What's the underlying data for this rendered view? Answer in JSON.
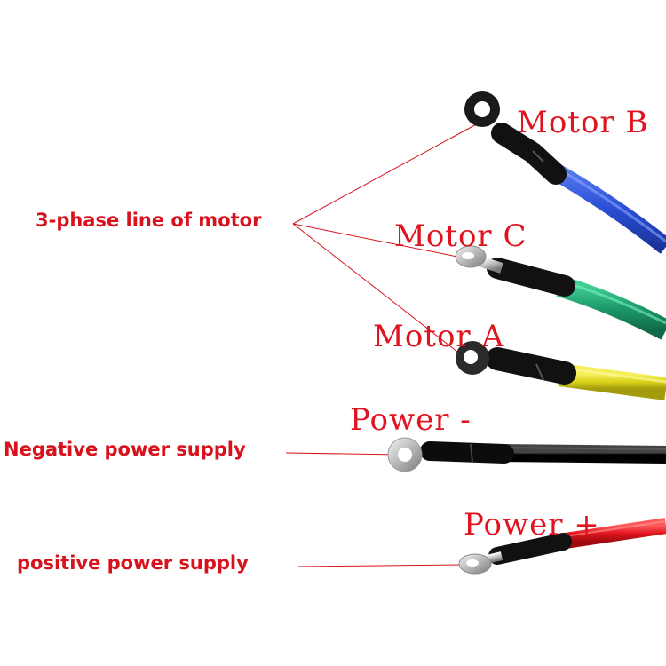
{
  "wires": {
    "motor_b": "Motor B",
    "motor_c": "Motor C",
    "motor_a": "Motor A",
    "power_negative": "Power -",
    "power_positive": "Power +"
  },
  "callouts": {
    "three_phase": "3-phase line of motor",
    "negative_supply": "Negative power supply",
    "positive_supply": "positive power supply"
  },
  "colors": {
    "label_red": "#e0141e",
    "wire_blue": "#2a4fd6",
    "wire_green": "#1e9a6a",
    "wire_yellow": "#d9d21a",
    "wire_black": "#1a1a1a",
    "wire_red": "#e0141e"
  }
}
